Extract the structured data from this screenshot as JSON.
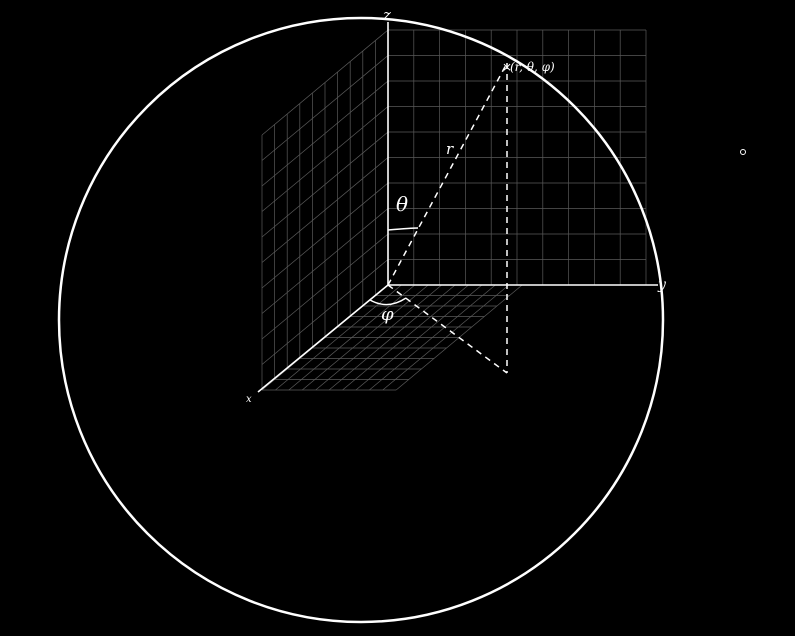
{
  "colors": {
    "background": "#000000",
    "foreground": "#ffffff",
    "grid": "#5a5a5a"
  },
  "labels": {
    "axis_z": "z",
    "axis_y": "y",
    "axis_x": "x",
    "point": "(r, θ, φ)",
    "radius": "r",
    "theta": "θ",
    "phi": "φ"
  }
}
